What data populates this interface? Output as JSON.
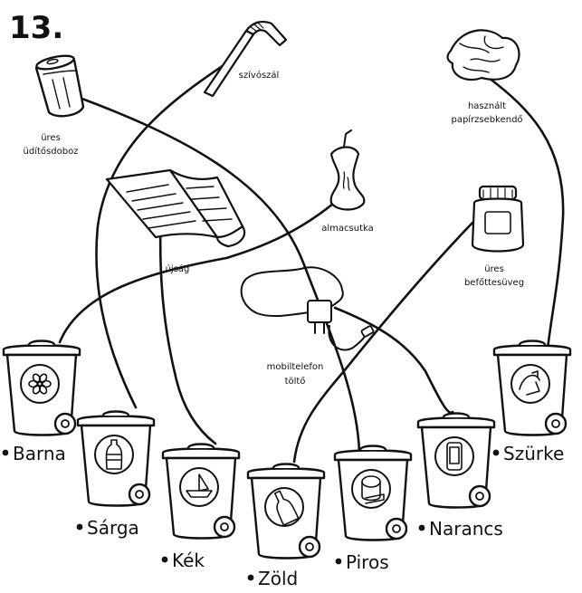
{
  "exercise_number": "13.",
  "items": {
    "can": {
      "lines": [
        "üres",
        "üdítősdoboz"
      ],
      "icon": "soda-can-icon"
    },
    "straw": {
      "lines": [
        "szívószál"
      ],
      "icon": "straw-icon"
    },
    "tissue": {
      "lines": [
        "használt",
        "papírzsebkendő"
      ],
      "icon": "used-tissue-icon"
    },
    "apple": {
      "lines": [
        "almacsutka"
      ],
      "icon": "apple-core-icon"
    },
    "newspaper": {
      "lines": [
        "újság"
      ],
      "icon": "newspaper-icon"
    },
    "jar": {
      "lines": [
        "üres",
        "befőttesüveg"
      ],
      "icon": "glass-jar-icon"
    },
    "charger": {
      "lines": [
        "mobiltelefon",
        "töltő"
      ],
      "icon": "phone-charger-icon"
    }
  },
  "bins": [
    {
      "label": "Barna",
      "symbol": "flower-icon"
    },
    {
      "label": "Sárga",
      "symbol": "plastic-bottle-icon"
    },
    {
      "label": "Kék",
      "symbol": "paper-boat-icon"
    },
    {
      "label": "Zöld",
      "symbol": "glass-bottle-icon"
    },
    {
      "label": "Piros",
      "symbol": "can-icon"
    },
    {
      "label": "Narancs",
      "symbol": "mobile-phone-icon"
    },
    {
      "label": "Szürke",
      "symbol": "mixed-waste-icon"
    }
  ],
  "connections": [
    {
      "from": "üres üdítősdoboz",
      "to": "Piros"
    },
    {
      "from": "szívószál",
      "to": "Sárga"
    },
    {
      "from": "használt papírzsebkendő",
      "to": "Szürke"
    },
    {
      "from": "almacsutka",
      "to": "Barna"
    },
    {
      "from": "újság",
      "to": "Kék"
    },
    {
      "from": "üres befőttesüveg",
      "to": "Zöld"
    },
    {
      "from": "mobiltelefon töltő",
      "to": "Narancs"
    }
  ]
}
